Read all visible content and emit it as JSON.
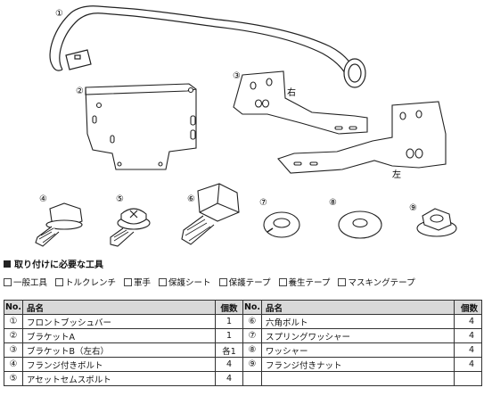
{
  "figure": {
    "callouts": [
      "①",
      "②",
      "③",
      "④",
      "⑤",
      "⑥",
      "⑦",
      "⑧",
      "⑨"
    ],
    "label_right": "右",
    "label_left": "左"
  },
  "tools": {
    "heading": "取り付けに必要な工具",
    "items": [
      "一般工具",
      "トルクレンチ",
      "軍手",
      "保護シート",
      "保護テープ",
      "養生テープ",
      "マスキングテープ"
    ]
  },
  "parts_table": {
    "headers": {
      "no": "No.",
      "name": "品名",
      "qty": "個数"
    },
    "left": [
      {
        "no": "①",
        "name": "フロントブッシュバー",
        "qty": "1"
      },
      {
        "no": "②",
        "name": "ブラケットA",
        "qty": "1"
      },
      {
        "no": "③",
        "name": "ブラケットB（左右）",
        "qty": "各1"
      },
      {
        "no": "④",
        "name": "フランジ付きボルト",
        "qty": "4"
      },
      {
        "no": "⑤",
        "name": "アセットセムスボルト",
        "qty": "4"
      }
    ],
    "right": [
      {
        "no": "⑥",
        "name": "六角ボルト",
        "qty": "4"
      },
      {
        "no": "⑦",
        "name": "スプリングワッシャー",
        "qty": "4"
      },
      {
        "no": "⑧",
        "name": "ワッシャー",
        "qty": "4"
      },
      {
        "no": "⑨",
        "name": "フランジ付きナット",
        "qty": "4"
      },
      {
        "no": "",
        "name": "",
        "qty": ""
      }
    ]
  }
}
